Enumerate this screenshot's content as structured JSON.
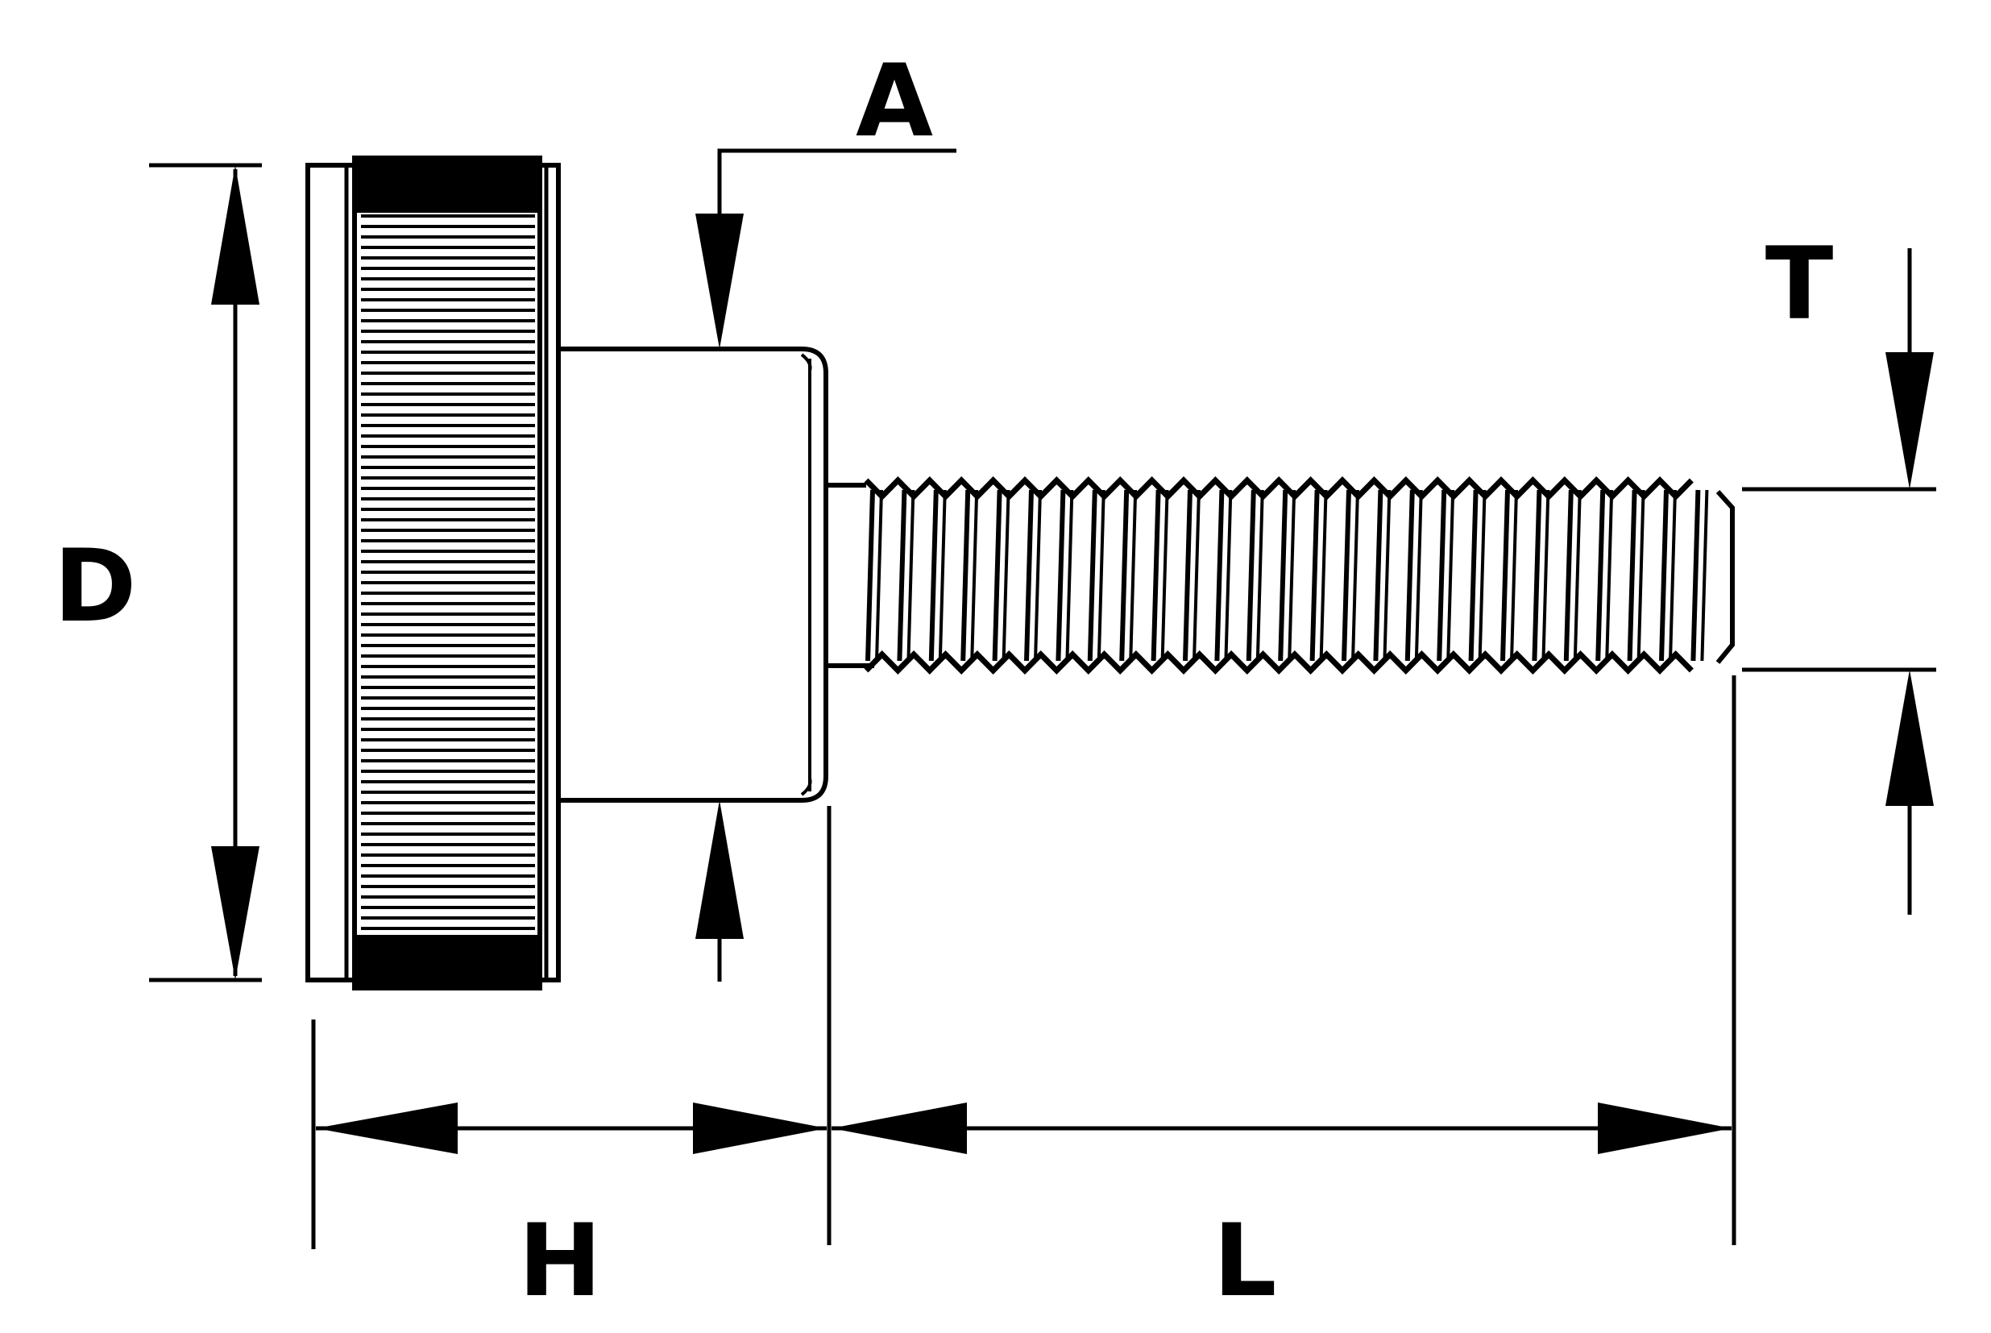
{
  "diagram": {
    "stroke_color": "#000000",
    "background": "#ffffff",
    "labels": {
      "A": "A",
      "D": "D",
      "H": "H",
      "L": "L",
      "T": "T"
    }
  }
}
